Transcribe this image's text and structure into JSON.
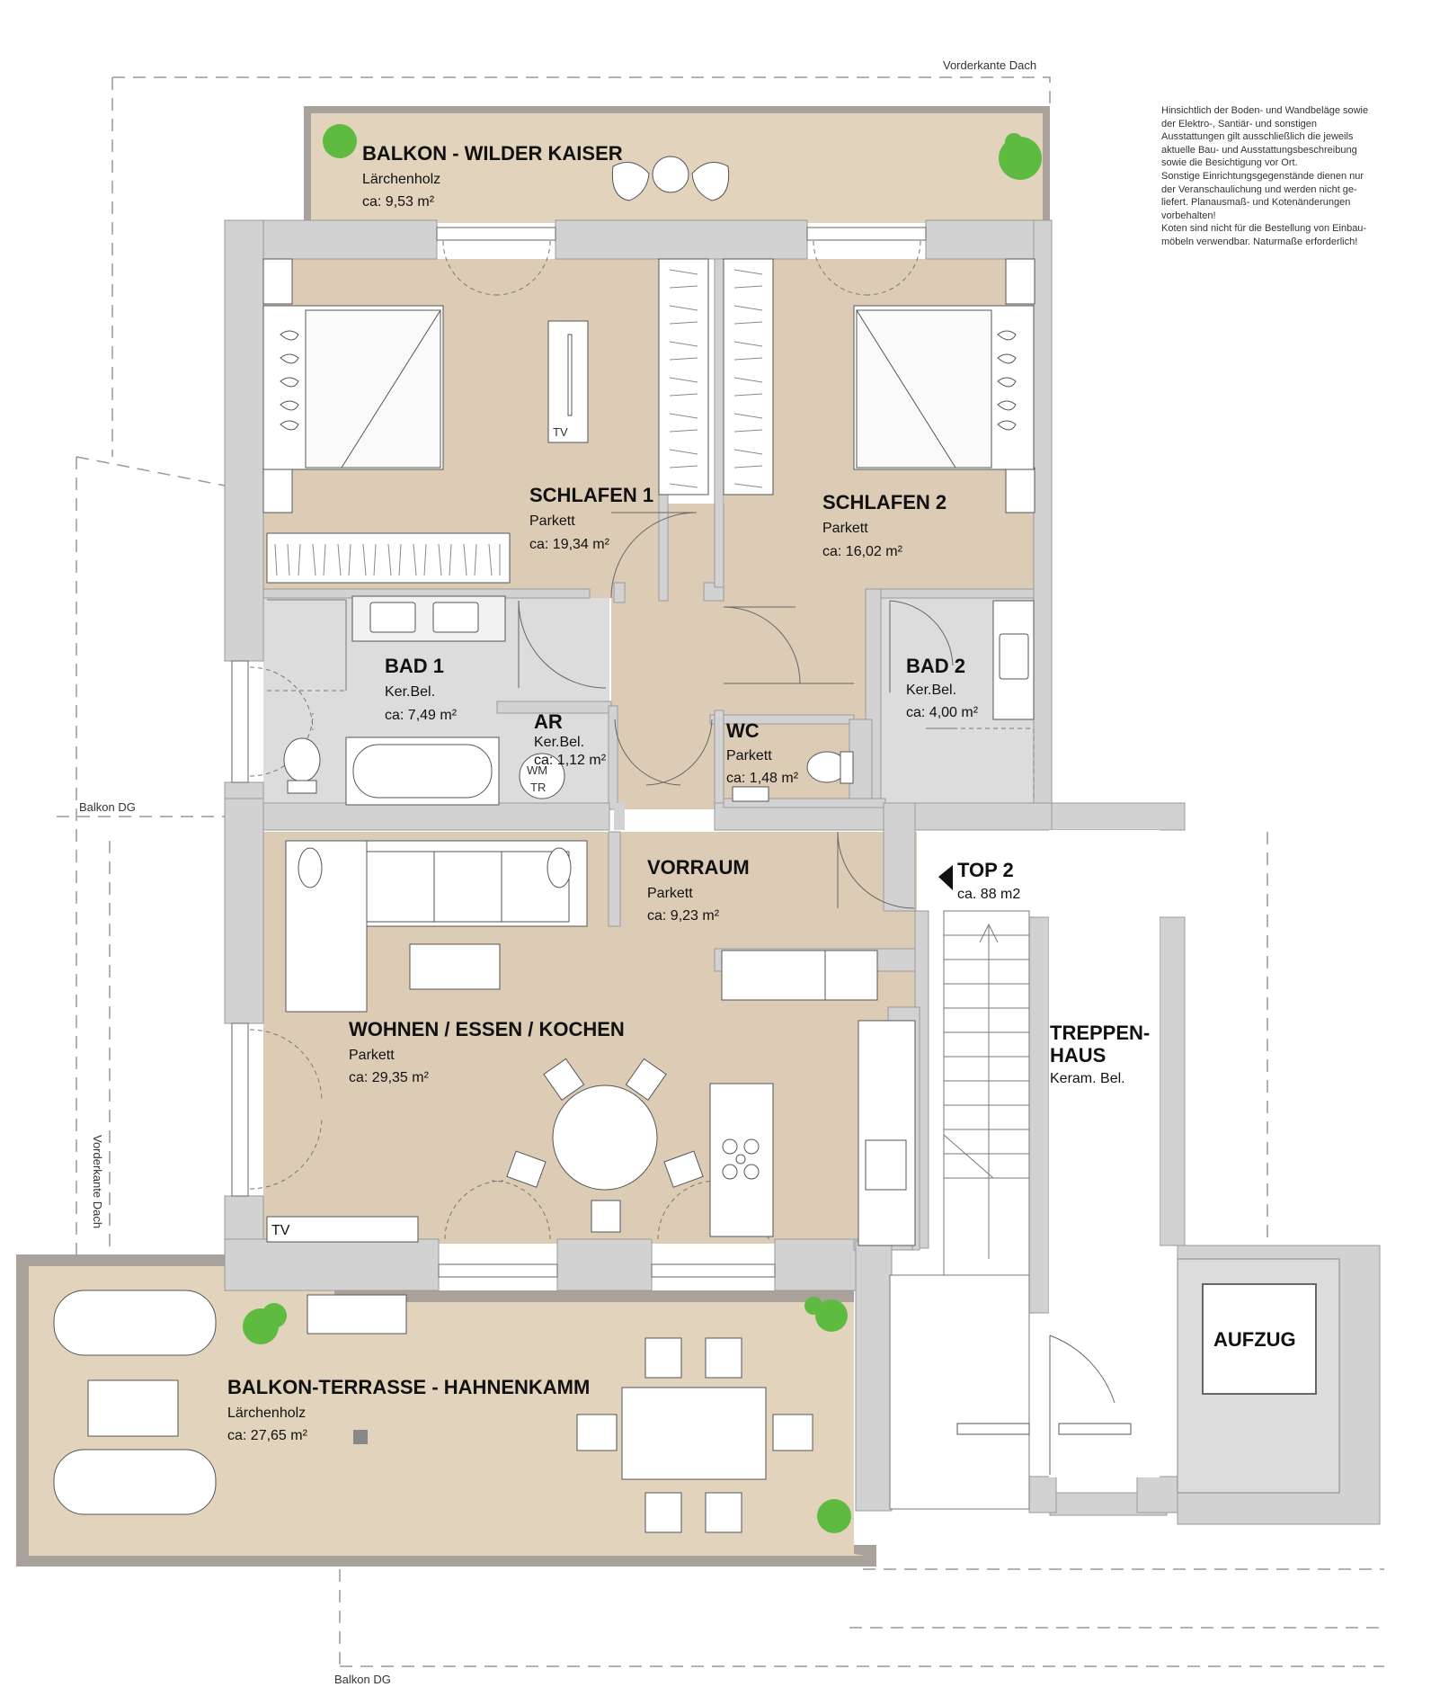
{
  "labels": {
    "vorderkante_top": "Vorderkante Dach",
    "vorderkante_left": "Vorderkante Dach",
    "balkon_dg_left": "Balkon DG",
    "balkon_dg_bottom": "Balkon DG"
  },
  "notes": [
    "Hinsichtlich der Boden- und Wandbeläge sowie",
    "der Elektro-, Santiär- und sonstigen",
    "Ausstattungen gilt ausschließlich die jeweils",
    "aktuelle Bau- und Ausstattungsbeschreibung",
    "sowie die Besichtigung vor Ort.",
    "Sonstige Einrichtungsgegenstände dienen nur",
    "der Veranschaulichung und werden nicht ge-",
    "liefert. Planausmaß- und Kotenänderungen",
    "vorbehalten!",
    "Koten sind nicht für die Bestellung von Einbau-",
    "möbeln verwendbar. Naturmaße erforderlich!"
  ],
  "rooms": {
    "balkon_top": {
      "name": "BALKON - WILDER KAISER",
      "floor": "Lärchenholz",
      "area": "ca: 9,53 m²"
    },
    "schlafen1": {
      "name": "SCHLAFEN 1",
      "floor": "Parkett",
      "area": "ca: 19,34 m²"
    },
    "schlafen2": {
      "name": "SCHLAFEN 2",
      "floor": "Parkett",
      "area": "ca: 16,02 m²"
    },
    "bad1": {
      "name": "BAD 1",
      "floor": "Ker.Bel.",
      "area": "ca: 7,49 m²"
    },
    "ar": {
      "name": "AR",
      "floor": "Ker.Bel.",
      "area": "ca: 1,12 m²"
    },
    "wc": {
      "name": "WC",
      "floor": "Parkett",
      "area": "ca: 1,48 m²"
    },
    "bad2": {
      "name": "BAD 2",
      "floor": "Ker.Bel.",
      "area": "ca: 4,00 m²"
    },
    "vorraum": {
      "name": "VORRAUM",
      "floor": "Parkett",
      "area": "ca: 9,23 m²"
    },
    "wohnen": {
      "name": "WOHNEN / ESSEN / KOCHEN",
      "floor": "Parkett",
      "area": "ca: 29,35 m²"
    },
    "terrasse": {
      "name": "BALKON-TERRASSE - HAHNENKAMM",
      "floor": "Lärchenholz",
      "area": "ca: 27,65 m²"
    },
    "treppenhaus": {
      "name1": "TREPPEN-",
      "name2": "HAUS",
      "floor": "Keram. Bel."
    },
    "aufzug": {
      "name": "AUFZUG"
    }
  },
  "unit": {
    "name": "TOP 2",
    "area": "ca. 88 m2"
  },
  "fixtures": {
    "tv1": "TV",
    "tv2": "TV",
    "wm": "WM",
    "tr": "TR"
  },
  "colors": {
    "wood": "#dcccb6",
    "deck": "#e2d3bd",
    "tile": "#dcdcdc",
    "wall": "#d2d2d2",
    "plant": "#5fbb3f"
  }
}
